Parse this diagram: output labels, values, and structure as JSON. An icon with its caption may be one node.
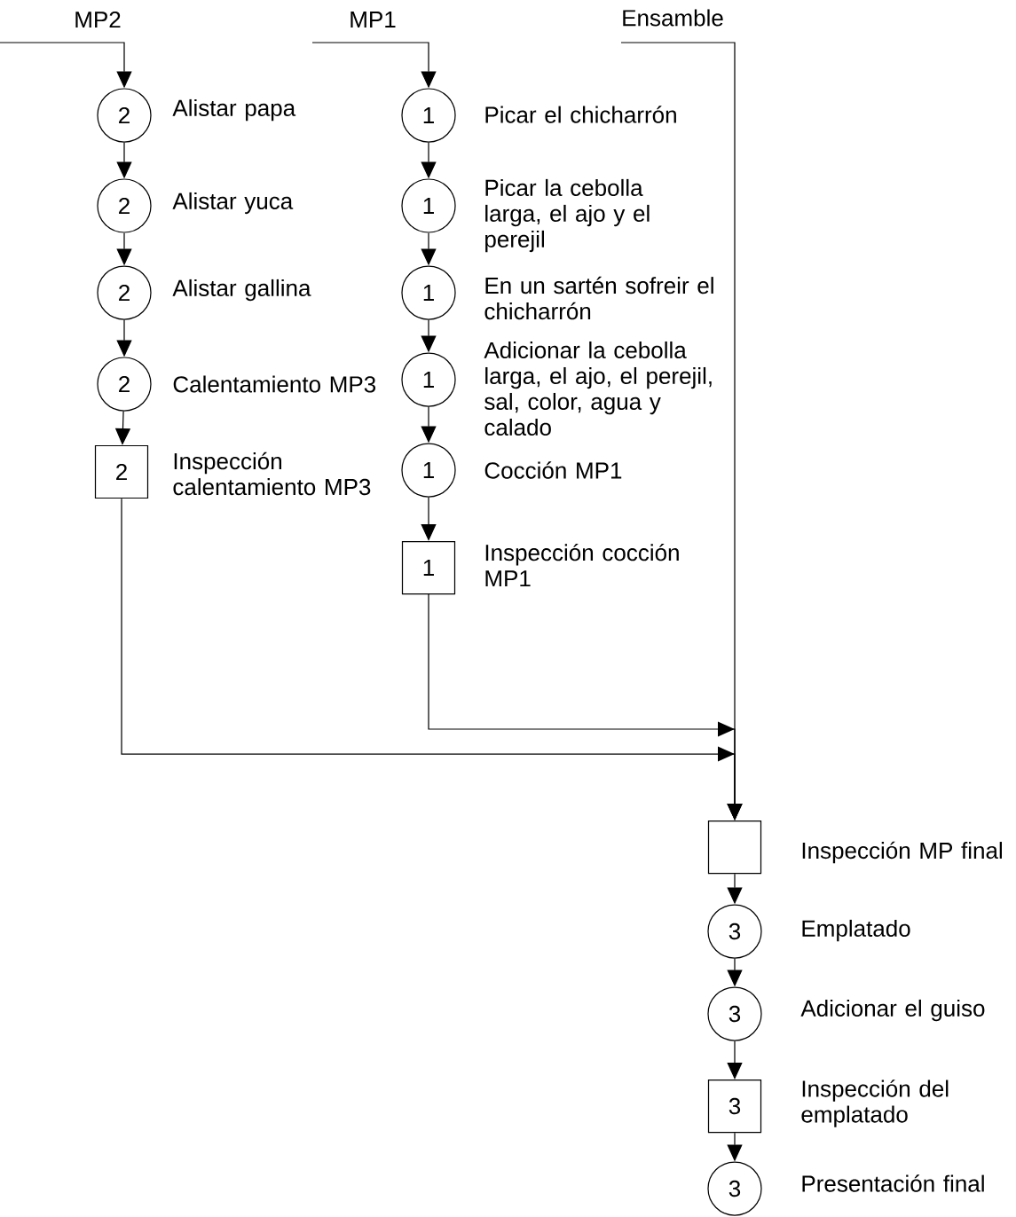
{
  "diagram": {
    "nodes": [
      {
        "text": [
          "2"
        ],
        "beside": [
          "Alistar papa"
        ]
      },
      {
        "text": [
          "2"
        ],
        "beside": [
          "Alistar yuca"
        ]
      },
      {
        "text": [
          "2"
        ],
        "beside": [
          "Alistar gallina"
        ]
      },
      {
        "text": [
          "2"
        ],
        "beside": [
          "Calentamiento MP3"
        ]
      },
      {
        "text": [
          "2"
        ],
        "beside": [
          "Inspección calentamiento MP3"
        ]
      },
      {
        "text": [
          "1"
        ],
        "beside": [
          "Picar el chicharrón"
        ]
      },
      {
        "text": [
          "1"
        ],
        "beside": [
          "Picar la cebolla larga, el ajo y el perejil"
        ]
      },
      {
        "text": [
          "1"
        ],
        "beside": [
          "En un sartén sofreir el chicharrón"
        ]
      },
      {
        "text": [
          "1"
        ],
        "beside": [
          "Adicionar la cebolla larga, el ajo, el perejil, sal, color, agua y calado"
        ]
      },
      {
        "text": [
          "1"
        ],
        "beside": [
          "Cocción MP1"
        ]
      },
      {
        "text": [
          "1"
        ],
        "beside": [
          "Inspección cocción MP1"
        ]
      },
      {
        "text": [],
        "shape": "box",
        "beside": [
          "Inspección MP final"
        ]
      },
      {
        "text": [
          "3"
        ],
        "beside": [
          "Emplatado"
        ]
      },
      {
        "text": [
          "3"
        ],
        "beside": [
          "Adicionar el guiso"
        ]
      },
      {
        "text": [
          "3"
        ],
        "beside": [
          "Inspección del emplatado"
        ]
      },
      {
        "text": [
          "3"
        ],
        "beside": [
          "Presentación final"
        ]
      }
    ],
    "edges": [
      {
        "from": null,
        "to": 0,
        "arrow": "to"
      },
      {
        "from": 0,
        "to": 1,
        "arrow": "to"
      },
      {
        "from": 1,
        "to": 2,
        "arrow": "to"
      },
      {
        "from": 2,
        "to": 3,
        "arrow": "to"
      },
      {
        "from": 3,
        "to": 4,
        "arrow": "to"
      },
      {
        "from": null,
        "to": 5,
        "arrow": "to"
      },
      {
        "from": 5,
        "to": 6,
        "arrow": "to"
      },
      {
        "from": 6,
        "to": 7,
        "arrow": "to"
      },
      {
        "from": 7,
        "to": 8,
        "arrow": "to"
      },
      {
        "from": 8,
        "to": 9,
        "arrow": "to"
      },
      {
        "from": 9,
        "to": 10,
        "arrow": "to"
      },
      {
        "from": 4,
        "to": 11,
        "arrow": "to"
      },
      {
        "from": 10,
        "to": 11,
        "arrow": "to"
      },
      {
        "from": null,
        "to": 11,
        "arrow": "to"
      },
      {
        "from": 11,
        "to": 12,
        "arrow": "to"
      },
      {
        "from": 12,
        "to": 13,
        "arrow": "to"
      },
      {
        "from": 13,
        "to": 14,
        "arrow": "to"
      },
      {
        "from": 14,
        "to": 15,
        "arrow": "to"
      }
    ],
    "labels": [
      "MP2",
      "MP1",
      "Ensamble"
    ]
  }
}
